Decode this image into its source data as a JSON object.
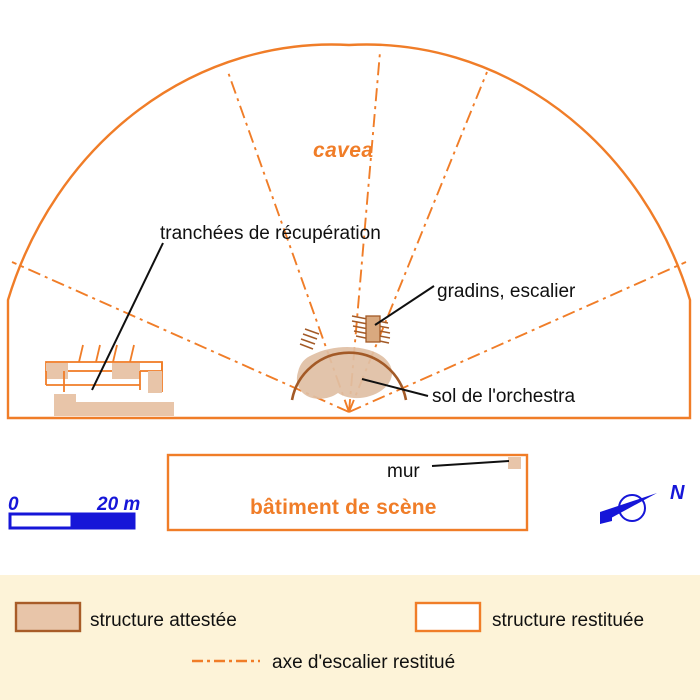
{
  "figure": {
    "type": "archaeological-site-plan",
    "subject": "Roman theatre plan (cavea, orchestra, scene building)"
  },
  "plan": {
    "cavea_label": "cavea",
    "scene_building_label": "bâtiment de scène",
    "annotations": [
      {
        "id": "tranchees",
        "text": "tranchées de récupération"
      },
      {
        "id": "gradins",
        "text": "gradins, escalier"
      },
      {
        "id": "sol",
        "text": "sol de l'orchestra"
      },
      {
        "id": "mur",
        "text": "mur"
      }
    ]
  },
  "scale_bar": {
    "start_label": "0",
    "end_label": "20 m",
    "color": "#1616d8",
    "segments": 2
  },
  "compass": {
    "north_label": "N",
    "color": "#1616d8"
  },
  "legend": {
    "background": "#fdf3d8",
    "items": [
      {
        "id": "structure-attestee",
        "label": "structure attestée",
        "swatch": "filled",
        "fill": "#e8c5a9",
        "stroke": "#a85c28"
      },
      {
        "id": "structure-restituee",
        "label": "structure restituée",
        "swatch": "outline",
        "fill": "#ffffff",
        "stroke": "#f07d28"
      },
      {
        "id": "axe-escalier",
        "label": "axe d'escalier restitué",
        "swatch": "dash-dot-line",
        "stroke": "#f07d28"
      }
    ]
  },
  "colors": {
    "orange": "#f07d28",
    "brown": "#a85c28",
    "tan": "#e8c5a9",
    "blue": "#1616d8",
    "cream": "#fdf3d8",
    "black": "#101010"
  }
}
